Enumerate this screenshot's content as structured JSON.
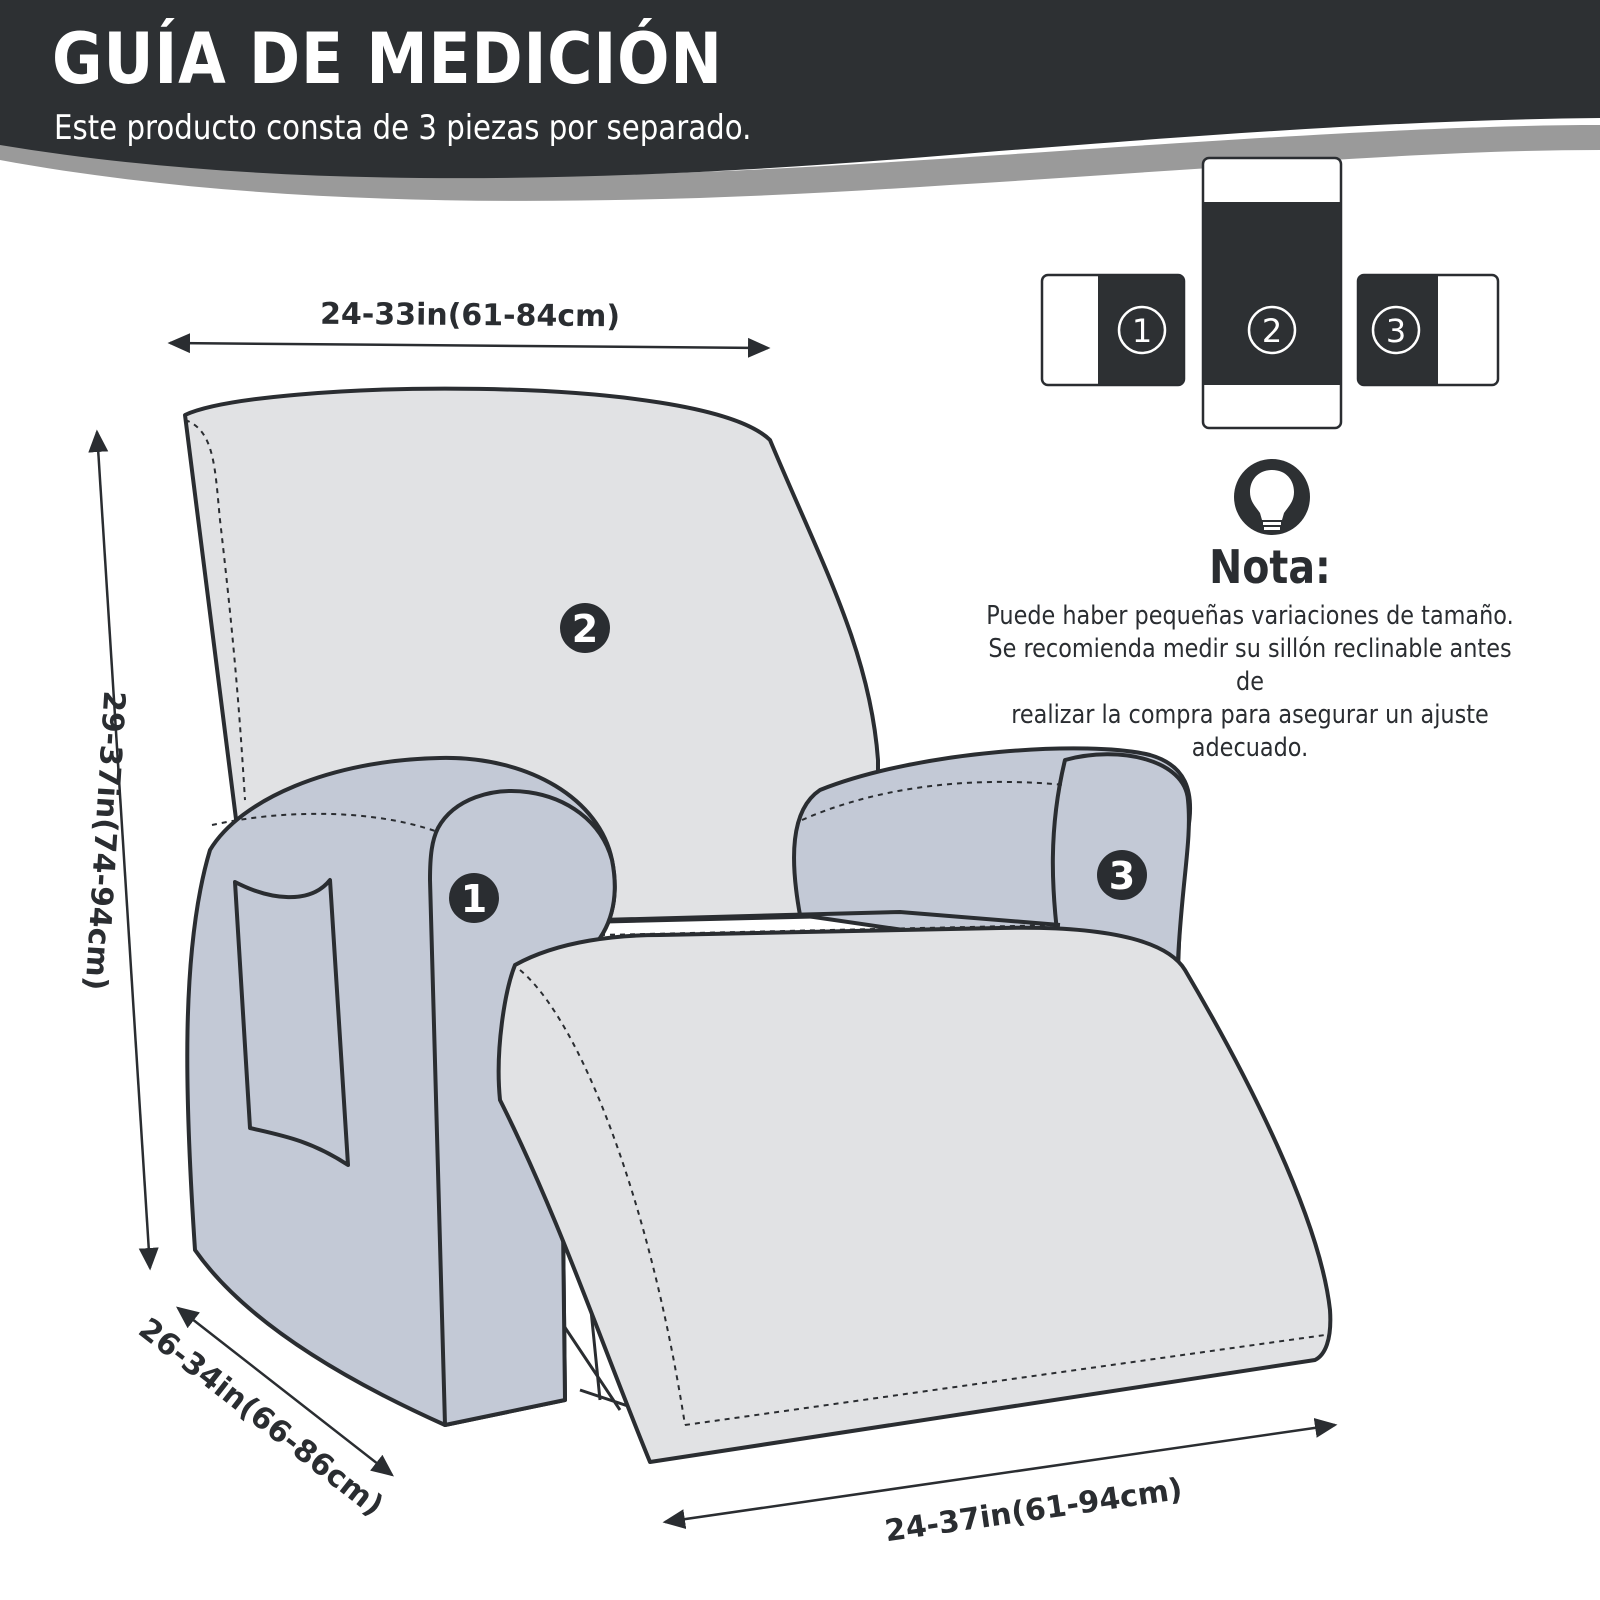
{
  "header": {
    "title": "GUÍA DE MEDICIÓN",
    "subtitle": "Este producto consta de 3 piezas por separado."
  },
  "legend": {
    "pieces": [
      "1",
      "2",
      "3"
    ]
  },
  "note": {
    "title": "Nota:",
    "lines": [
      "Puede haber pequeñas variaciones de tamaño.",
      "Se recomienda medir su sillón reclinable antes de",
      "realizar la compra para asegurar un ajuste adecuado."
    ]
  },
  "diagram": {
    "labels": {
      "backrest": "2",
      "left_arm": "1",
      "right_arm": "3"
    }
  },
  "dimensions": {
    "width_top": "24-33in(61-84cm)",
    "height": "29-37in(74-94cm)",
    "depth": "26-34in(66-86cm)",
    "width_footrest": "24-37in(61-94cm)"
  },
  "colors": {
    "header_bg": "#2d3033",
    "header_swoosh": "#9a9a9a",
    "outline": "#2a2d31",
    "back_fill": "#e1e2e4",
    "arm_fill": "#c3c9d6"
  }
}
